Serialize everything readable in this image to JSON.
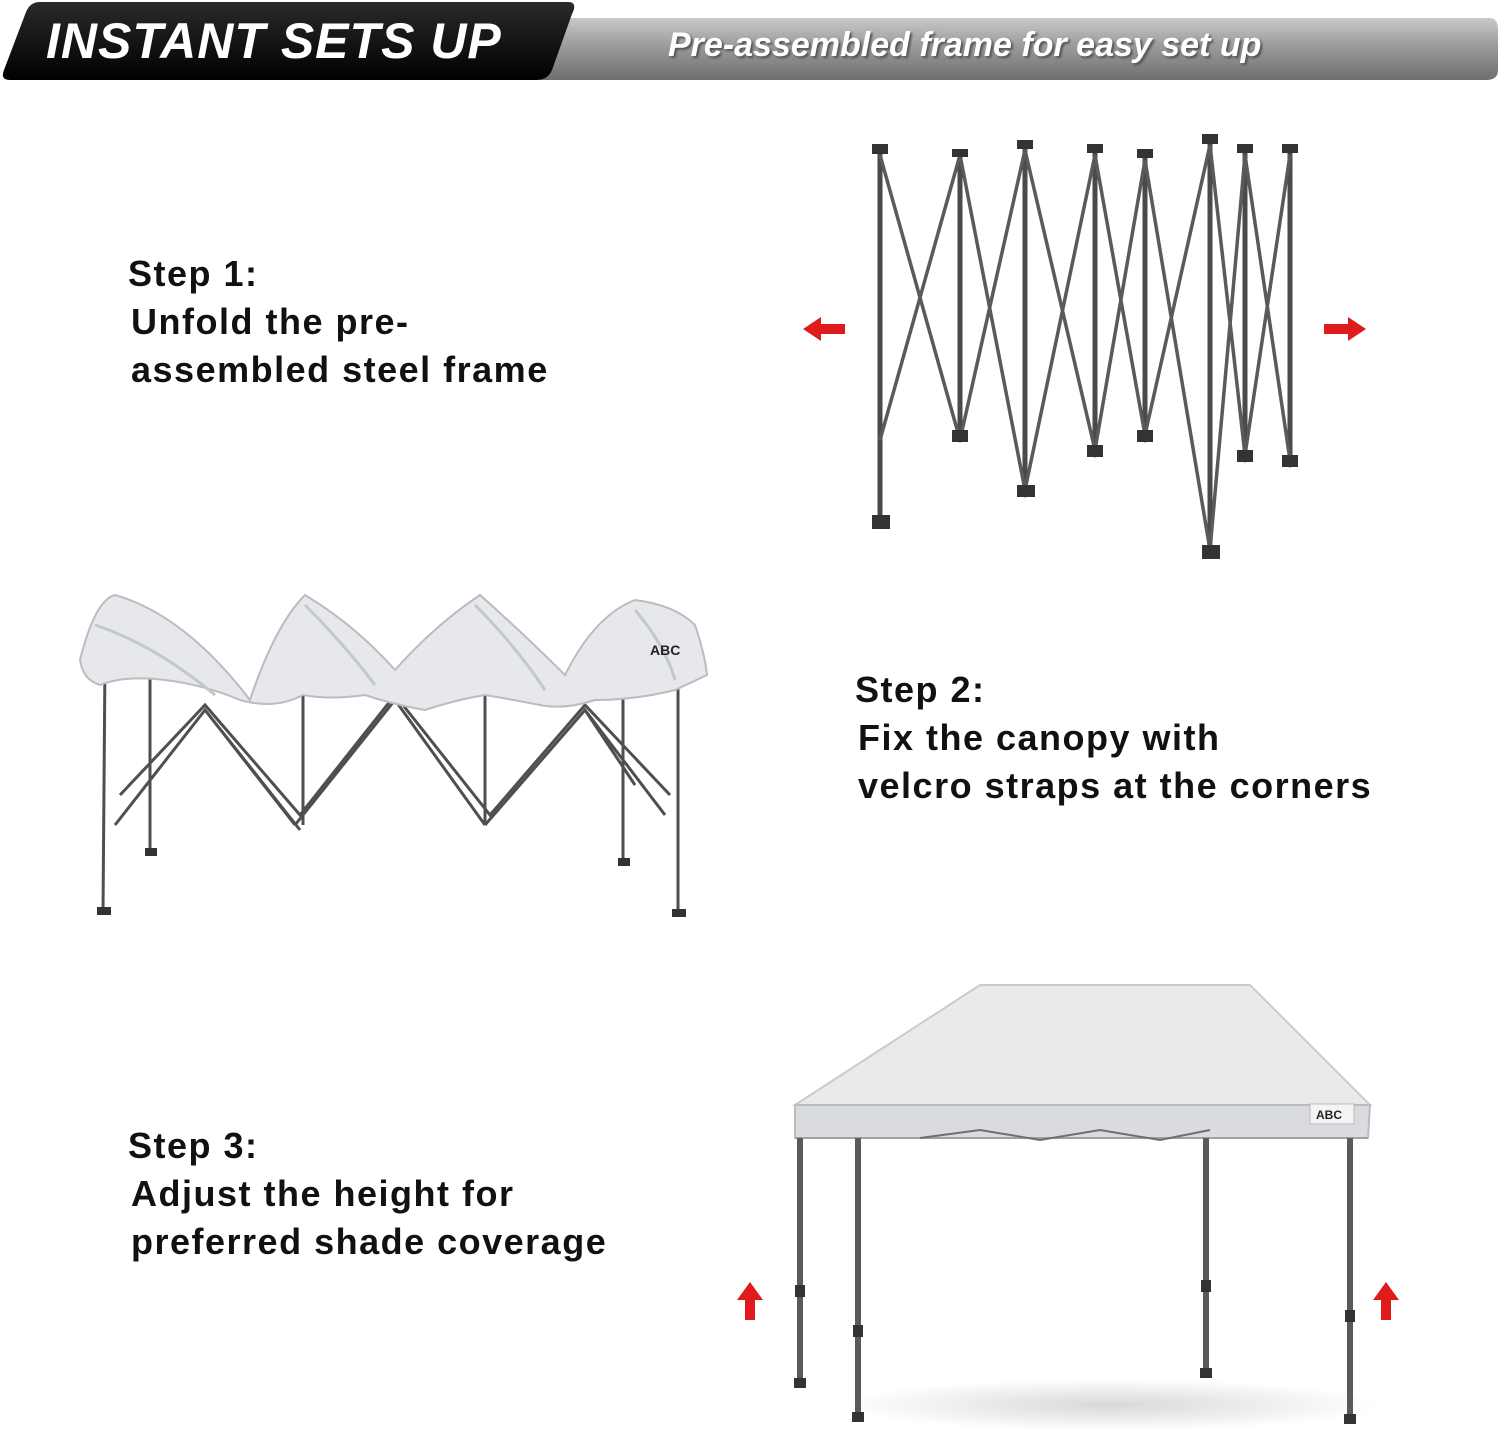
{
  "banner": {
    "title": "INSTANT SETS UP",
    "subtitle": "Pre-assembled frame for easy set up"
  },
  "steps": [
    {
      "number": "Step 1:",
      "lines": [
        "Unfold the pre-",
        "assembled steel frame"
      ]
    },
    {
      "number": "Step 2:",
      "lines": [
        "Fix the canopy with",
        "velcro straps at the corners"
      ]
    },
    {
      "number": "Step 3:",
      "lines": [
        "Adjust the height for",
        "preferred shade coverage"
      ]
    }
  ],
  "brand_logo": "ABC",
  "colors": {
    "arrow": "#e01b1b",
    "frame": "#4a4a4a",
    "canopy": "#e6e8eb",
    "banner_dark": "#111111",
    "banner_gray": "#9a9a9a"
  }
}
